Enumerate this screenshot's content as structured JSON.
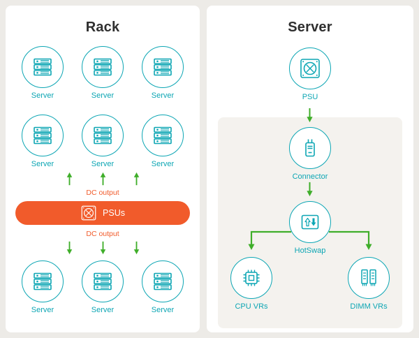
{
  "colors": {
    "page_bg": "#edebe7",
    "panel_bg": "#ffffff",
    "inner_panel_bg": "#f4f2ee",
    "teal": "#0da6b4",
    "orange": "#f15b2b",
    "green": "#3fae2a",
    "title": "#2f2f2f"
  },
  "rack": {
    "title": "Rack",
    "server_label": "Server",
    "dc_output_top": "DC output",
    "dc_output_bottom": "DC output",
    "psus_label": "PSUs"
  },
  "server": {
    "title": "Server",
    "psu_label": "PSU",
    "connector_label": "Connector",
    "hotswap_label": "HotSwap",
    "cpu_vrs_label": "CPU VRs",
    "dimm_vrs_label": "DIMM VRs"
  },
  "icons": {
    "server": "server-icon",
    "psu": "psu-fan-icon",
    "connector": "connector-icon",
    "hotswap": "hotswap-arrows-icon",
    "cpu": "cpu-chip-icon",
    "dimm": "dimm-memory-icon",
    "flow_arrow": "green-flow-arrow-icon"
  }
}
